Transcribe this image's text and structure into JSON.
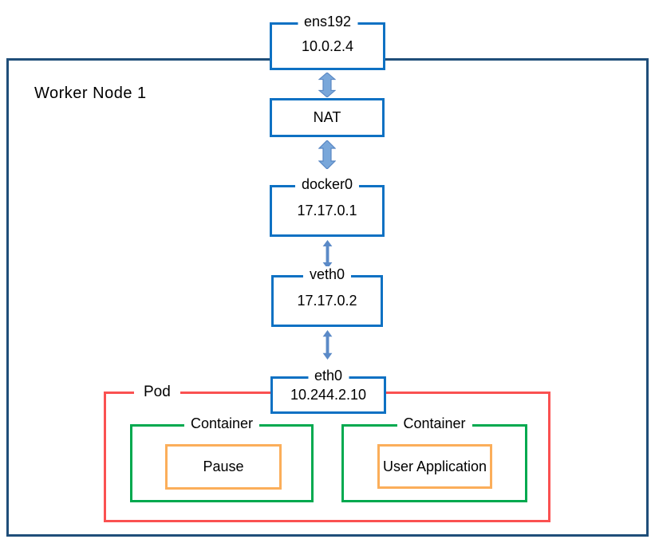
{
  "diagram": {
    "worker_node": {
      "label": "Worker Node 1"
    },
    "interfaces": {
      "ens192": {
        "name": "ens192",
        "ip": "10.0.2.4"
      },
      "nat": {
        "name": "NAT"
      },
      "docker0": {
        "name": "docker0",
        "ip": "17.17.0.1"
      },
      "veth0": {
        "name": "veth0",
        "ip": "17.17.0.2"
      },
      "eth0": {
        "name": "eth0",
        "ip": "10.244.2.10"
      }
    },
    "pod": {
      "label": "Pod",
      "containers": [
        {
          "label": "Container",
          "content": "Pause"
        },
        {
          "label": "Container",
          "content": "User Application"
        }
      ]
    },
    "colors": {
      "outer_border": "#1f4e79",
      "interface_border": "#0e71c3",
      "pod_border": "#fa5151",
      "container_border": "#00a94f",
      "app_border": "#fbae5a",
      "arrow_fill": "#79a7da",
      "arrow_edge": "#5987c3",
      "arrow_thin": "#5b8ac7",
      "text": "#000000",
      "background": "#ffffff"
    }
  }
}
